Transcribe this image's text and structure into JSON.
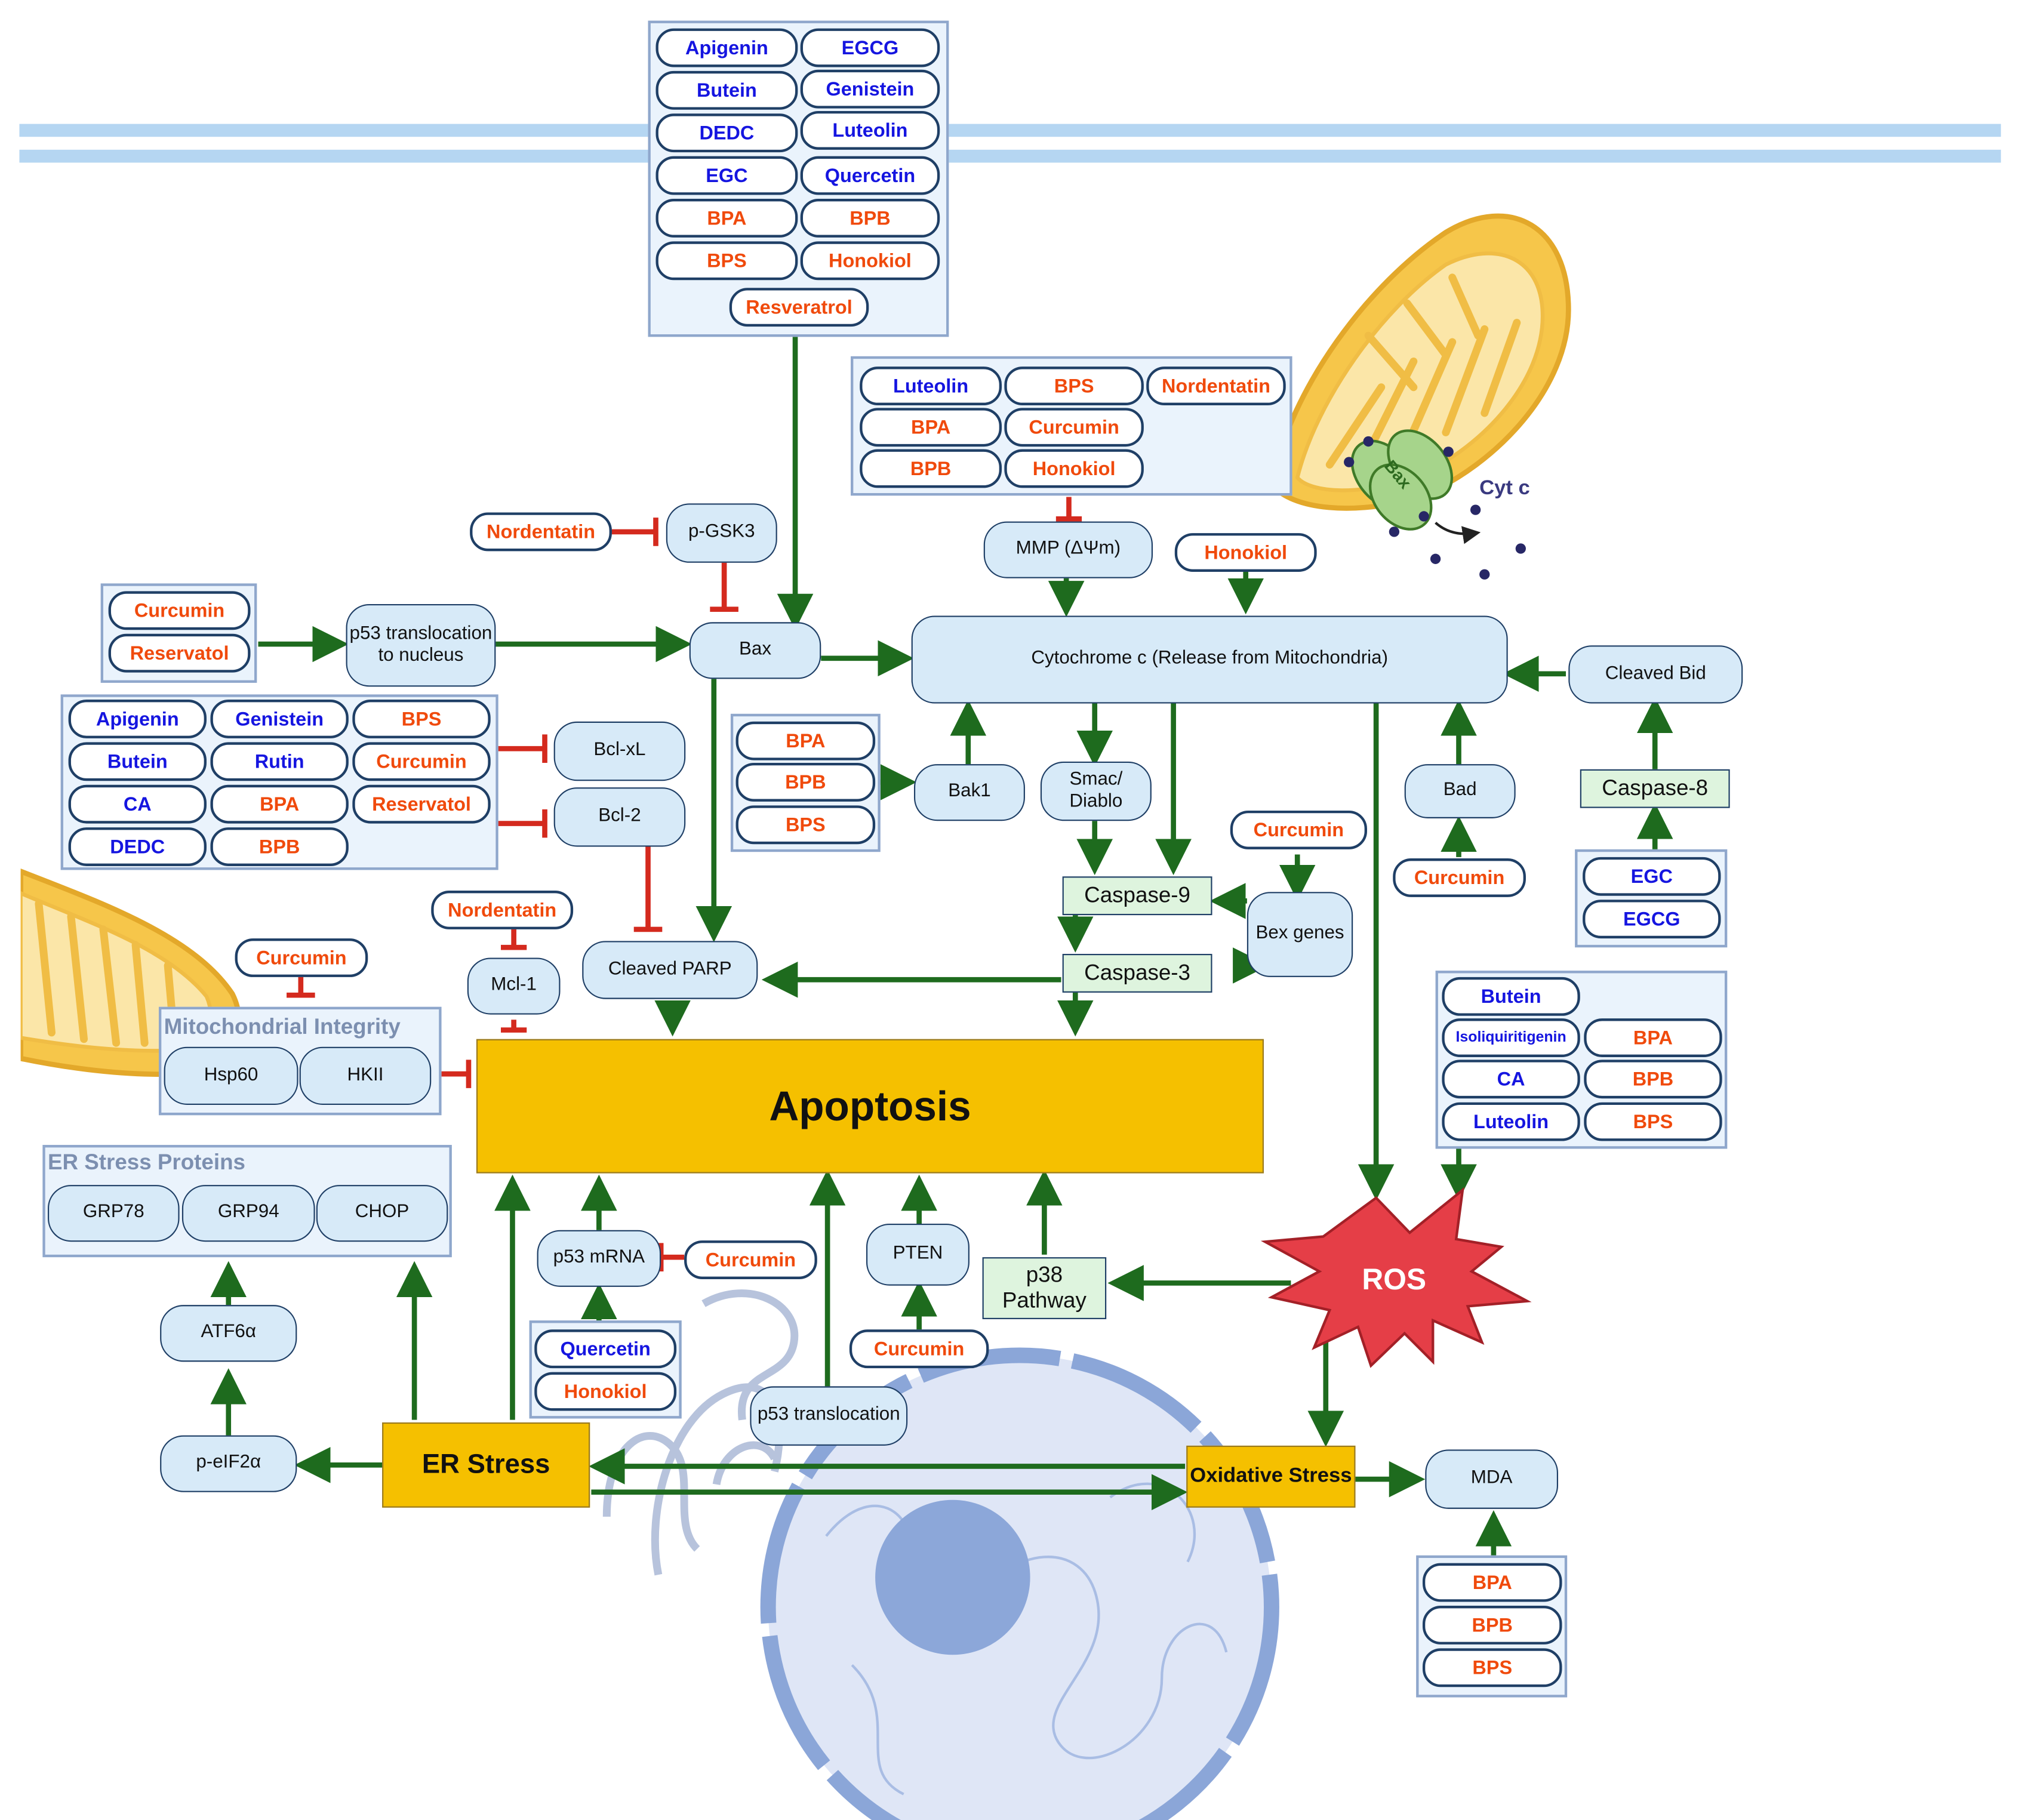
{
  "colors": {
    "inhibitor_blue": "#1515e0",
    "inhibitor_orange": "#f04a0c",
    "activate_arrow": "#1e6b1e",
    "inhibit_bar": "#d42a1e",
    "node_fill": "#d7eaf8",
    "caspase_fill": "#def4de",
    "apoptosis_fill": "#f5c000",
    "ros_fill": "#e53e47"
  },
  "top_group": [
    "Apigenin",
    "EGCG",
    "Butein",
    "Genistein",
    "DEDC",
    "Luteolin",
    "EGC",
    "Quercetin",
    "BPA",
    "BPB",
    "BPS",
    "Honokiol",
    "Resveratrol"
  ],
  "mmp_group": [
    "Luteolin",
    "BPS",
    "Nordentatin",
    "BPA",
    "Curcumin",
    "BPB",
    "Honokiol"
  ],
  "p53_group": [
    "Curcumin",
    "Reservatol"
  ],
  "bcl_group": [
    "Apigenin",
    "Genistein",
    "BPS",
    "Butein",
    "Rutin",
    "Curcumin",
    "CA",
    "BPA",
    "Reservatol",
    "DEDC",
    "BPB"
  ],
  "bak_group": [
    "BPA",
    "BPB",
    "BPS"
  ],
  "egc_group": [
    "EGC",
    "EGCG"
  ],
  "ros_group": [
    "Butein",
    "Isoliquiritigenin",
    "BPA",
    "CA",
    "BPB",
    "Luteolin",
    "BPS"
  ],
  "mda_group": [
    "BPA",
    "BPB",
    "BPS"
  ],
  "p53mrna_group": [
    "Quercetin",
    "Honokiol"
  ],
  "singles": {
    "nordentatin_gsk": "Nordentatin",
    "honokiol_cyt": "Honokiol",
    "curcumin_bex": "Curcumin",
    "curcumin_bad": "Curcumin",
    "nordentatin_mcl": "Nordentatin",
    "curcumin_mito": "Curcumin",
    "curcumin_p53mrna": "Curcumin",
    "curcumin_pten": "Curcumin"
  },
  "nodes": {
    "pgsk3": "p-GSK3",
    "mmp": "MMP (ΔΨm)",
    "p53trans": "p53 translocation to nucleus",
    "bax": "Bax",
    "cytc": "Cytochrome c (Release from Mitochondria)",
    "cleaved_bid": "Cleaved Bid",
    "bclxl": "Bcl-xL",
    "bcl2": "Bcl-2",
    "bak1": "Bak1",
    "smac": "Smac/ Diablo",
    "bad": "Bad",
    "bex": "Bex genes",
    "mcl1": "Mcl-1",
    "parp": "Cleaved PARP",
    "hsp60": "Hsp60",
    "hkii": "HKII",
    "grp78": "GRP78",
    "grp94": "GRP94",
    "chop": "CHOP",
    "atf6": "ATF6α",
    "peif2": "p-eIF2α",
    "p53mrna": "p53 mRNA",
    "pten": "PTEN",
    "p53tl": "p53 translocation",
    "mda": "MDA"
  },
  "caspases": {
    "c9": "Caspase-9",
    "c3": "Caspase-3",
    "c8": "Caspase-8",
    "p38": "p38 Pathway"
  },
  "big": {
    "apoptosis": "Apoptosis",
    "er_stress": "ER Stress",
    "oxidative": "Oxidative Stress",
    "ros": "ROS"
  },
  "group_labels": {
    "mito": "Mitochondrial Integrity",
    "er": "ER Stress Proteins"
  },
  "mito_labels": {
    "bax": "Bax",
    "cytc": "Cyt c"
  }
}
